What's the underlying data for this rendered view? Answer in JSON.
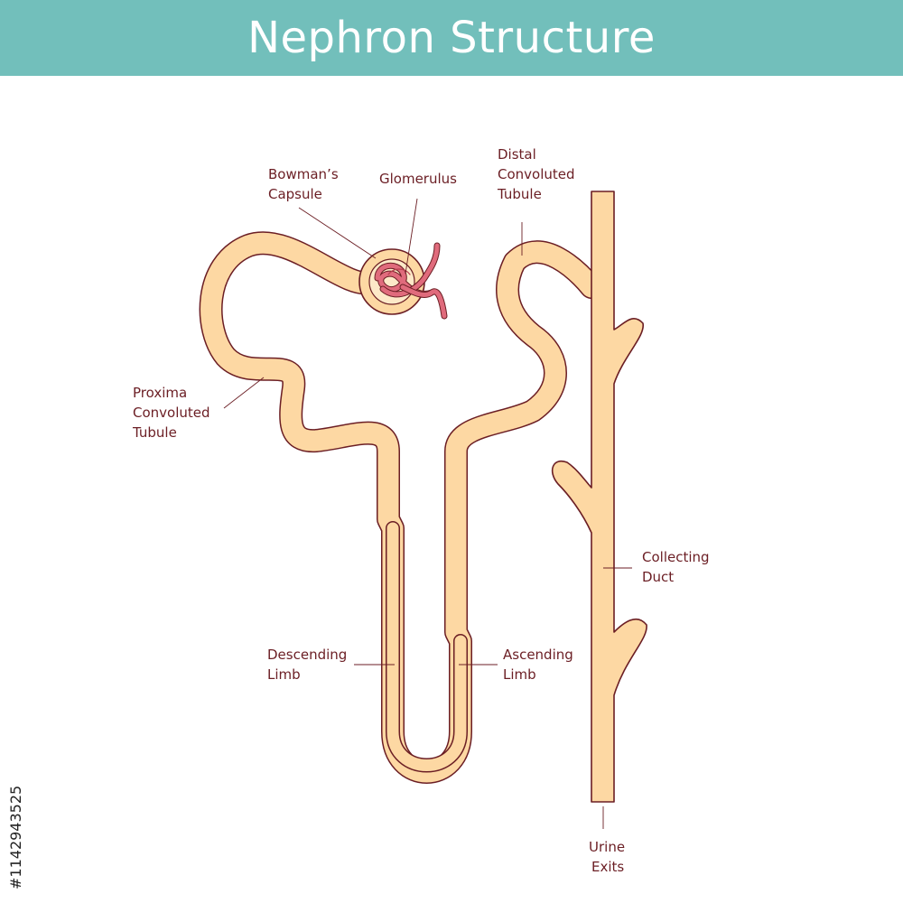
{
  "title": "Nephron Structure",
  "labels": {
    "bowmans_capsule": [
      "Bowman’s",
      "Capsule"
    ],
    "glomerulus": [
      "Glomerulus"
    ],
    "distal_tubule": [
      "Distal",
      "Convoluted",
      "Tubule"
    ],
    "proximal_tubule": [
      "Proxima",
      "Convoluted",
      "Tubule"
    ],
    "collecting_duct": [
      "Collecting",
      "Duct"
    ],
    "descending_limb": [
      "Descending",
      "Limb"
    ],
    "ascending_limb": [
      "Ascending",
      "Limb"
    ],
    "urine_exits": [
      "Urine",
      "Exits"
    ]
  },
  "stock_id": "#1142943525",
  "colors": {
    "banner": "#72bfbb",
    "tubule_fill": "#fdd8a3",
    "outline": "#6b1e24",
    "glomerulus": "#e06b7c",
    "label_text": "#6b1e24"
  }
}
